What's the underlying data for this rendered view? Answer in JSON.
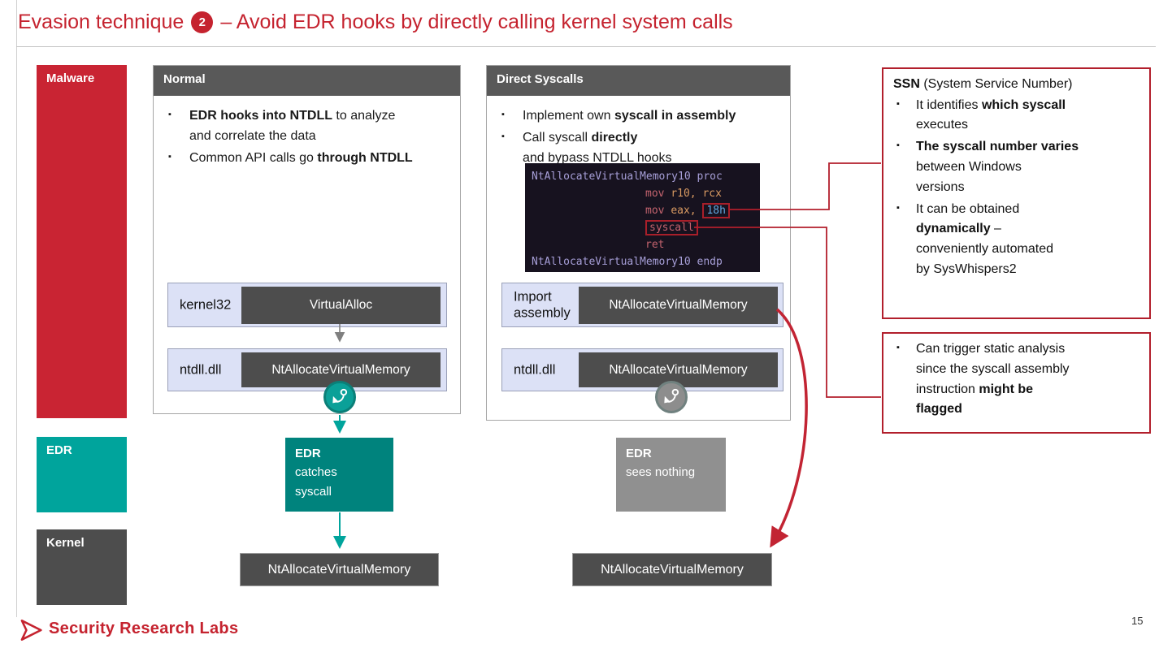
{
  "title": {
    "prefix": "Evasion technique",
    "badge": "2",
    "suffix": "– Avoid EDR hooks by directly calling kernel system calls"
  },
  "lanes": {
    "malware": "Malware",
    "edr": "EDR",
    "kernel": "Kernel"
  },
  "normal": {
    "header": "Normal",
    "b1_bold": "EDR hooks into NTDLL",
    "b1_rest": " to analyze\nand correlate the data",
    "b2_pre": "Common API calls go ",
    "b2_bold": "through NTDLL",
    "kernel32_label": "kernel32",
    "kernel32_api": "VirtualAlloc",
    "ntdll_label": "ntdll.dll",
    "ntdll_api": "NtAllocateVirtualMemory",
    "kernel_api": "NtAllocateVirtualMemory"
  },
  "direct": {
    "header": "Direct Syscalls",
    "b1_pre": "Implement own ",
    "b1_bold": "syscall in assembly",
    "b2_pre": "Call syscall ",
    "b2_bold": "directly",
    "b2_cont": "and bypass NTDLL hooks",
    "code": {
      "proc": "NtAllocateVirtualMemory10 proc",
      "mov1_kw": "mov ",
      "mov1_args": "r10, rcx",
      "mov2_kw": "mov ",
      "mov2_args": "eax, ",
      "ssn_value": "18h",
      "syscall_kw": "syscall",
      "ret_kw": "ret",
      "endp": "NtAllocateVirtualMemory10 endp"
    },
    "import_label_l1": "Import",
    "import_label_l2": "assembly",
    "import_api": "NtAllocateVirtualMemory",
    "ntdll_label": "ntdll.dll",
    "ntdll_api": "NtAllocateVirtualMemory",
    "kernel_api": "NtAllocateVirtualMemory"
  },
  "edr_catches": {
    "title": "EDR",
    "line2": "catches",
    "line3": "syscall"
  },
  "edr_nothing": {
    "title": "EDR",
    "line2": "sees nothing"
  },
  "ssn_note": {
    "title_bold": "SSN",
    "title_rest": " (System Service Number)",
    "b1_pre": "It identifies ",
    "b1_bold": "which syscall",
    "b1_post": "\nexecutes",
    "b2_bold": "The syscall number varies",
    "b2_post": "\nbetween Windows\nversions",
    "b3_pre": "It can be obtained\n",
    "b3_bold": "dynamically",
    "b3_post": " –\nconveniently automated\nby SysWhispers2"
  },
  "flag_note": {
    "pre": "Can trigger static analysis\nsince the syscall assembly\ninstruction ",
    "bold": "might be\nflagged"
  },
  "footer": {
    "brand": "Security Research Labs",
    "page": "15"
  },
  "colors": {
    "accent_red": "#c5232f",
    "box_border_red": "#b21f2c",
    "malware_red": "#c92433",
    "teal": "#00a49c",
    "teal_dark": "#00837d",
    "dark_gray": "#4d4d4d",
    "header_gray": "#595959",
    "mid_gray": "#909090",
    "lavender": "#dce1f6",
    "code_bg": "#17121f",
    "code_identifier": "#a79fd8",
    "code_keyword": "#c4636e",
    "code_register": "#d99a62",
    "code_number": "#61a8e0"
  }
}
